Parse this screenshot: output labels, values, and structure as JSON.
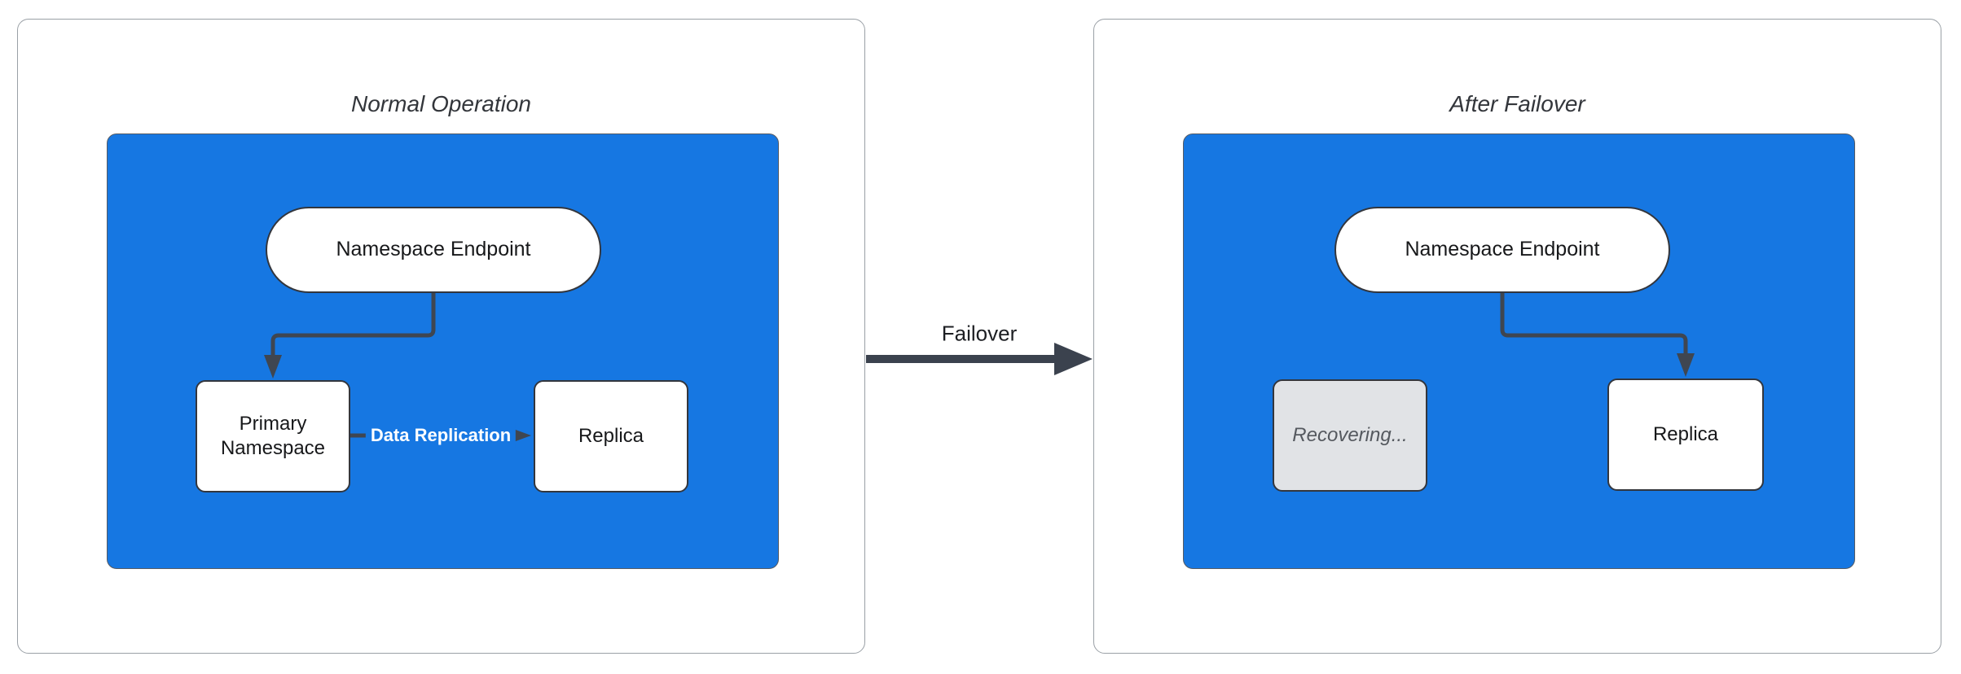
{
  "diagram": {
    "transition_label": "Failover",
    "panels": [
      {
        "title": "Normal Operation",
        "endpoint_label": "Namespace Endpoint",
        "primary_label": "Primary Namespace",
        "replica_label": "Replica",
        "replication_edge_label": "Data Replication"
      },
      {
        "title": "After Failover",
        "endpoint_label": "Namespace Endpoint",
        "recovering_label": "Recovering...",
        "replica_label": "Replica"
      }
    ],
    "colors": {
      "container_fill": "#1677e2",
      "edge_stroke": "#3f4651",
      "panel_border": "#9aa0a6",
      "node_border": "#33363d",
      "recovering_fill": "#e1e3e6",
      "recovering_text": "#55595f",
      "title_text": "#33363b"
    }
  }
}
